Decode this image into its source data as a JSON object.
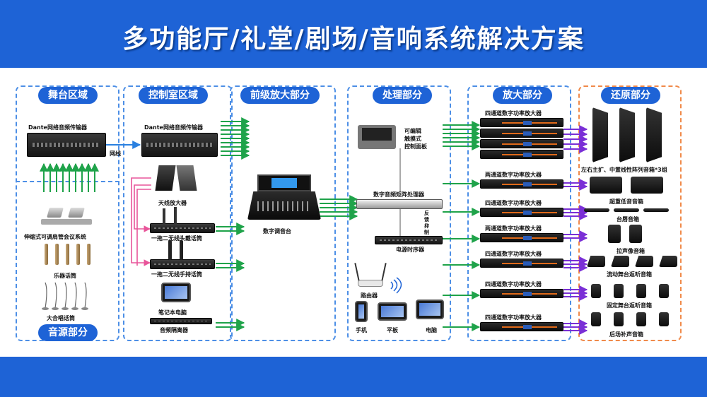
{
  "title": "多功能厅/礼堂/剧场/音响系统解决方案",
  "colors": {
    "banner": "#1e63d6",
    "arrow_green": "#1fa34a",
    "arrow_purple": "#7a2fd6",
    "arrow_pink": "#e8559a",
    "arrow_blue": "#2a80e0",
    "panel_border": "#4d8fe6",
    "panel_border_orange": "#f08a4a"
  },
  "sections": {
    "stage": "舞台区域",
    "source": "音源部分",
    "control": "控制室区域",
    "preamp": "前级放大部分",
    "processing": "处理部分",
    "amplification": "放大部分",
    "reproduction": "还原部分"
  },
  "stage": {
    "dante_transmitter": "Dante网络音频传输器",
    "network_cable": "网线",
    "conference_system": "伸缩式可调肩管会议系统",
    "instrument_mic": "乐器话筒",
    "chorus_mic": "大合唱话筒"
  },
  "control": {
    "dante_transmitter": "Dante网络音频传输器",
    "antenna_amp": "天线放大器",
    "headset_mic": "一拖二无线头戴话筒",
    "handheld_mic": "一拖二无线手持话筒",
    "laptop": "笔记本电脑",
    "audio_isolator": "音频隔离器"
  },
  "preamp": {
    "mixer": "数字调音台"
  },
  "processing": {
    "control_panel": "可编辑\n触摸式\n控制面板",
    "matrix": "数字音频矩阵处理器",
    "feedback": "反馈抑制器",
    "power_sequencer": "电源时序器",
    "router": "路由器",
    "phone": "手机",
    "tablet": "平板",
    "computer": "电脑"
  },
  "amplification": {
    "amps": [
      "四通道数字功率放大器",
      "两通道数字功率放大器",
      "四通道数字功率放大器",
      "两通道数字功率放大器",
      "四通道数字功率放大器",
      "四通道数字功率放大器",
      "四通道数字功率放大器"
    ]
  },
  "reproduction": {
    "items": [
      "左右主扩、中置线性阵列音箱*3组",
      "超重低音音箱",
      "台唇音箱",
      "拉声像音箱",
      "流动舞台返听音箱",
      "固定舞台返听音箱",
      "后场补声音箱"
    ]
  }
}
